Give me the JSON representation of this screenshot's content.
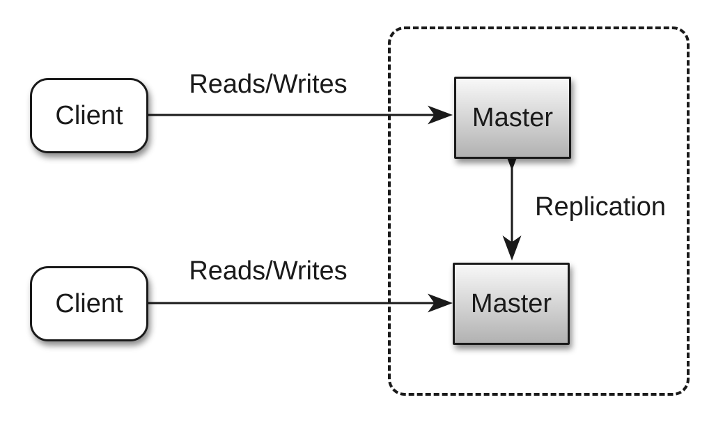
{
  "diagram": {
    "nodes": {
      "client_top": {
        "label": "Client"
      },
      "client_bottom": {
        "label": "Client"
      },
      "master_top": {
        "label": "Master"
      },
      "master_bottom": {
        "label": "Master"
      }
    },
    "edges": {
      "top_reads_writes": {
        "label": "Reads/Writes"
      },
      "bottom_reads_writes": {
        "label": "Reads/Writes"
      },
      "replication": {
        "label": "Replication"
      }
    },
    "colors": {
      "node_border": "#1a1a1a",
      "line_color": "#1a1a1a",
      "text_color": "#1a1a1a",
      "master_grad_top": "#f8f8f8",
      "master_grad_bottom": "#b2b2b2",
      "background": "#ffffff"
    }
  }
}
